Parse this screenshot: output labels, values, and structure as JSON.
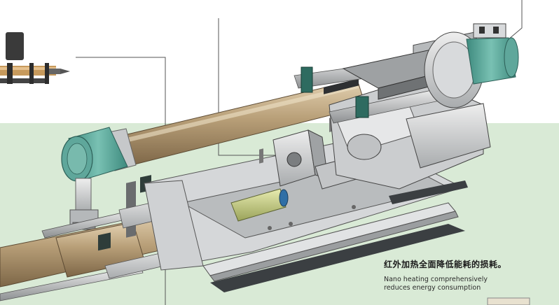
{
  "captions": {
    "chinese": "红外加热全面降低能耗的损耗。",
    "english_line1": "Nano heating comprehensively",
    "english_line2": "reduces energy consumption"
  },
  "colors": {
    "background_top": "#ffffff",
    "background_bottom": "#d9ead6",
    "frame_metal": "#c9cbcd",
    "barrel_tan": "#b29a74",
    "motor_teal": "#5fa79b",
    "callout_line": "#555555"
  }
}
